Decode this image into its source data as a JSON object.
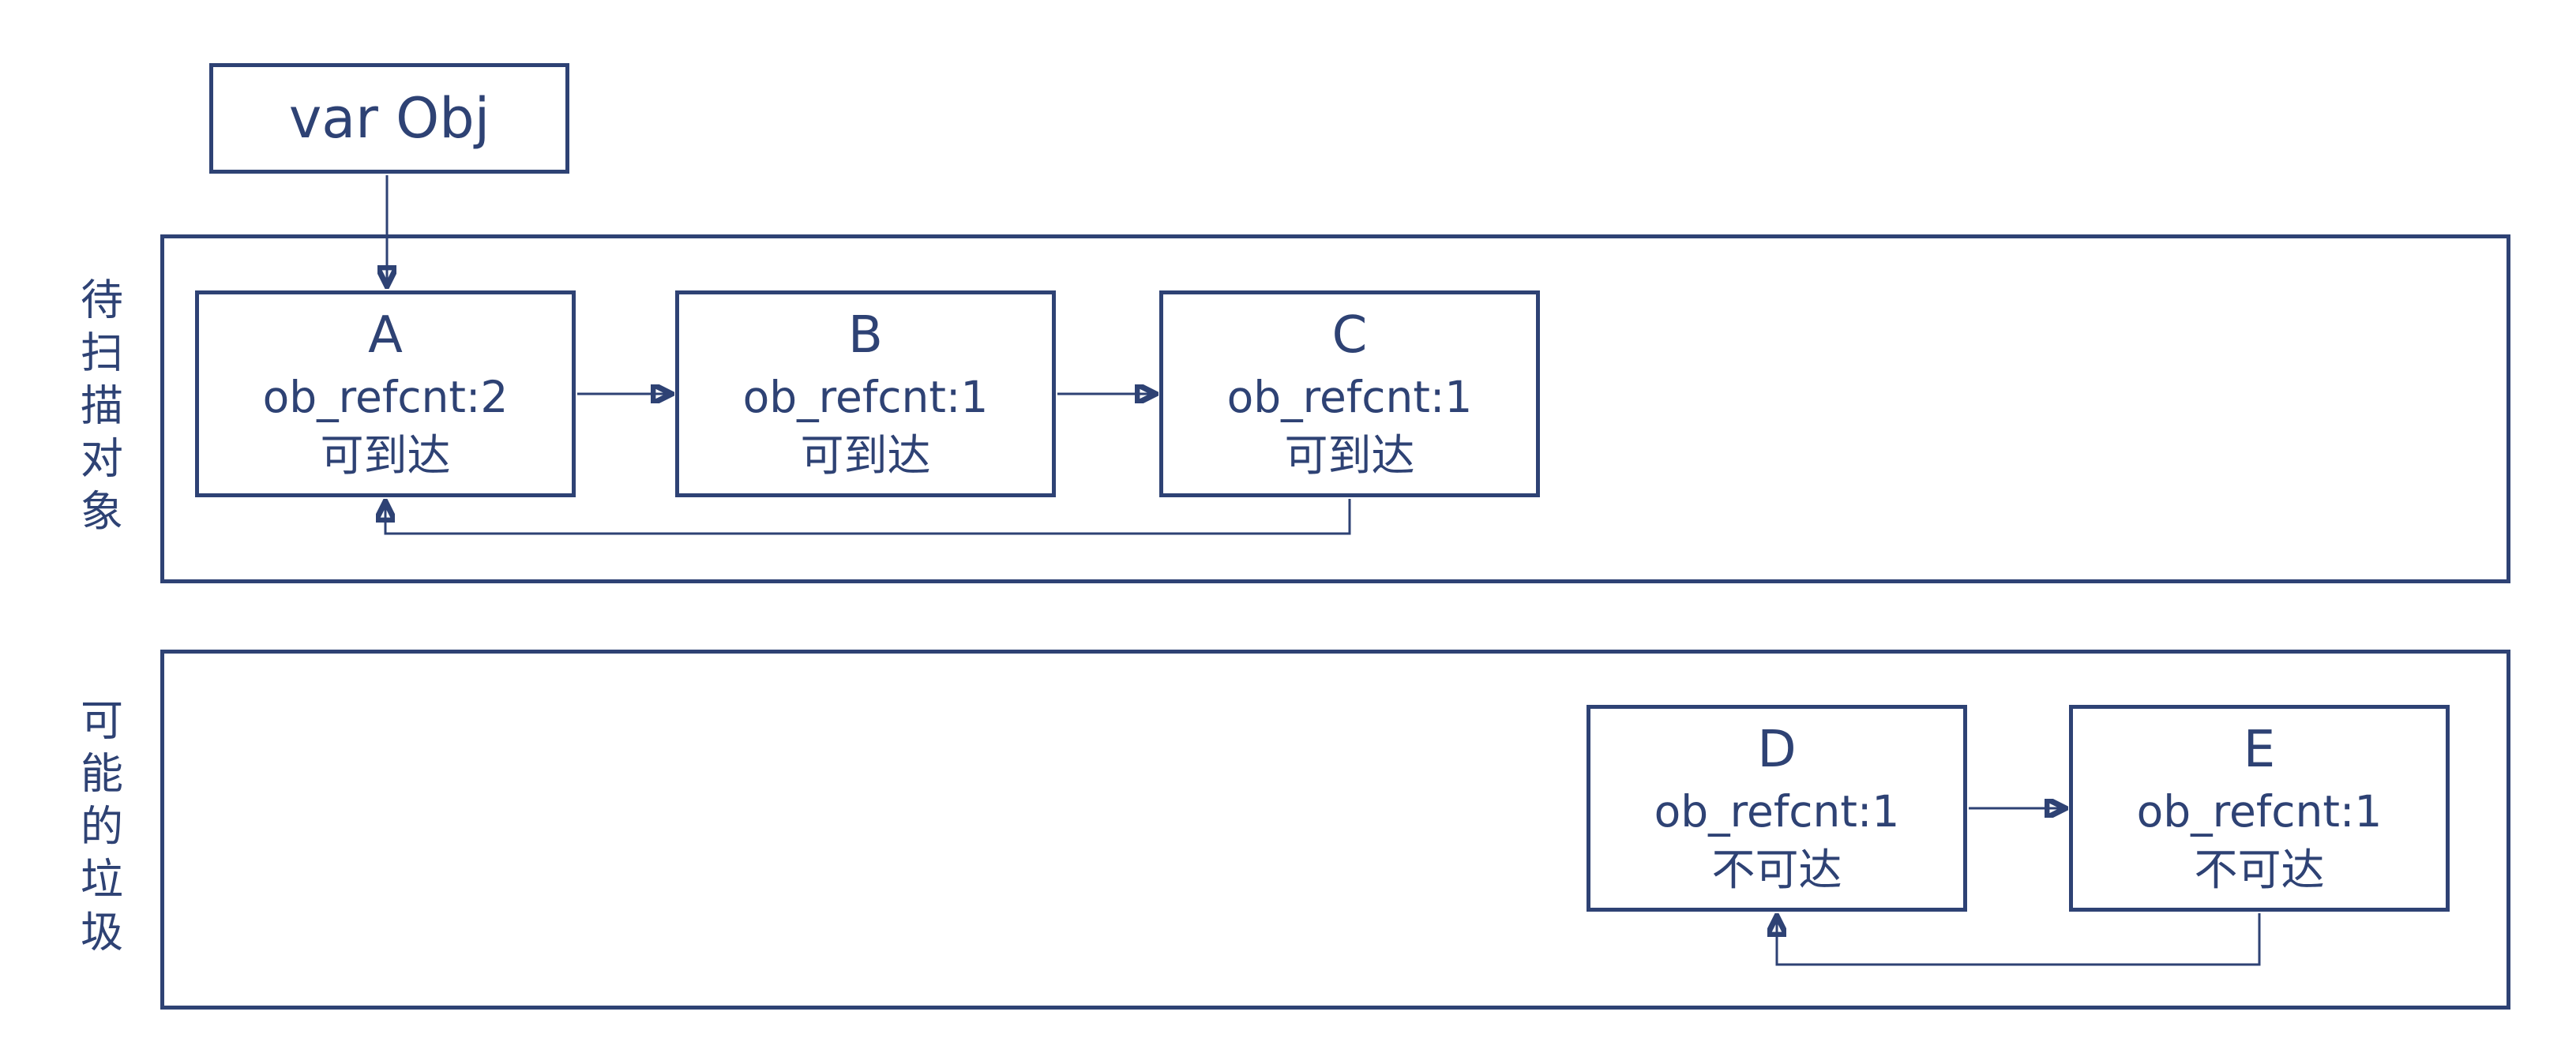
{
  "diagram": {
    "colors": {
      "ink": "#2e4274",
      "background": "#ffffff"
    },
    "var_box": {
      "label": "var Obj"
    },
    "sections": [
      {
        "side_label": "待扫描对象",
        "nodes": [
          {
            "id": "A",
            "title": "A",
            "refcnt": "ob_refcnt:2",
            "status": "可到达"
          },
          {
            "id": "B",
            "title": "B",
            "refcnt": "ob_refcnt:1",
            "status": "可到达"
          },
          {
            "id": "C",
            "title": "C",
            "refcnt": "ob_refcnt:1",
            "status": "可到达"
          }
        ]
      },
      {
        "side_label": "可能的垃圾",
        "nodes": [
          {
            "id": "D",
            "title": "D",
            "refcnt": "ob_refcnt:1",
            "status": "不可达"
          },
          {
            "id": "E",
            "title": "E",
            "refcnt": "ob_refcnt:1",
            "status": "不可达"
          }
        ]
      }
    ],
    "edges": [
      {
        "from": "var Obj",
        "to": "A"
      },
      {
        "from": "A",
        "to": "B"
      },
      {
        "from": "B",
        "to": "C"
      },
      {
        "from": "C",
        "to": "A"
      },
      {
        "from": "D",
        "to": "E"
      },
      {
        "from": "E",
        "to": "D"
      }
    ]
  }
}
